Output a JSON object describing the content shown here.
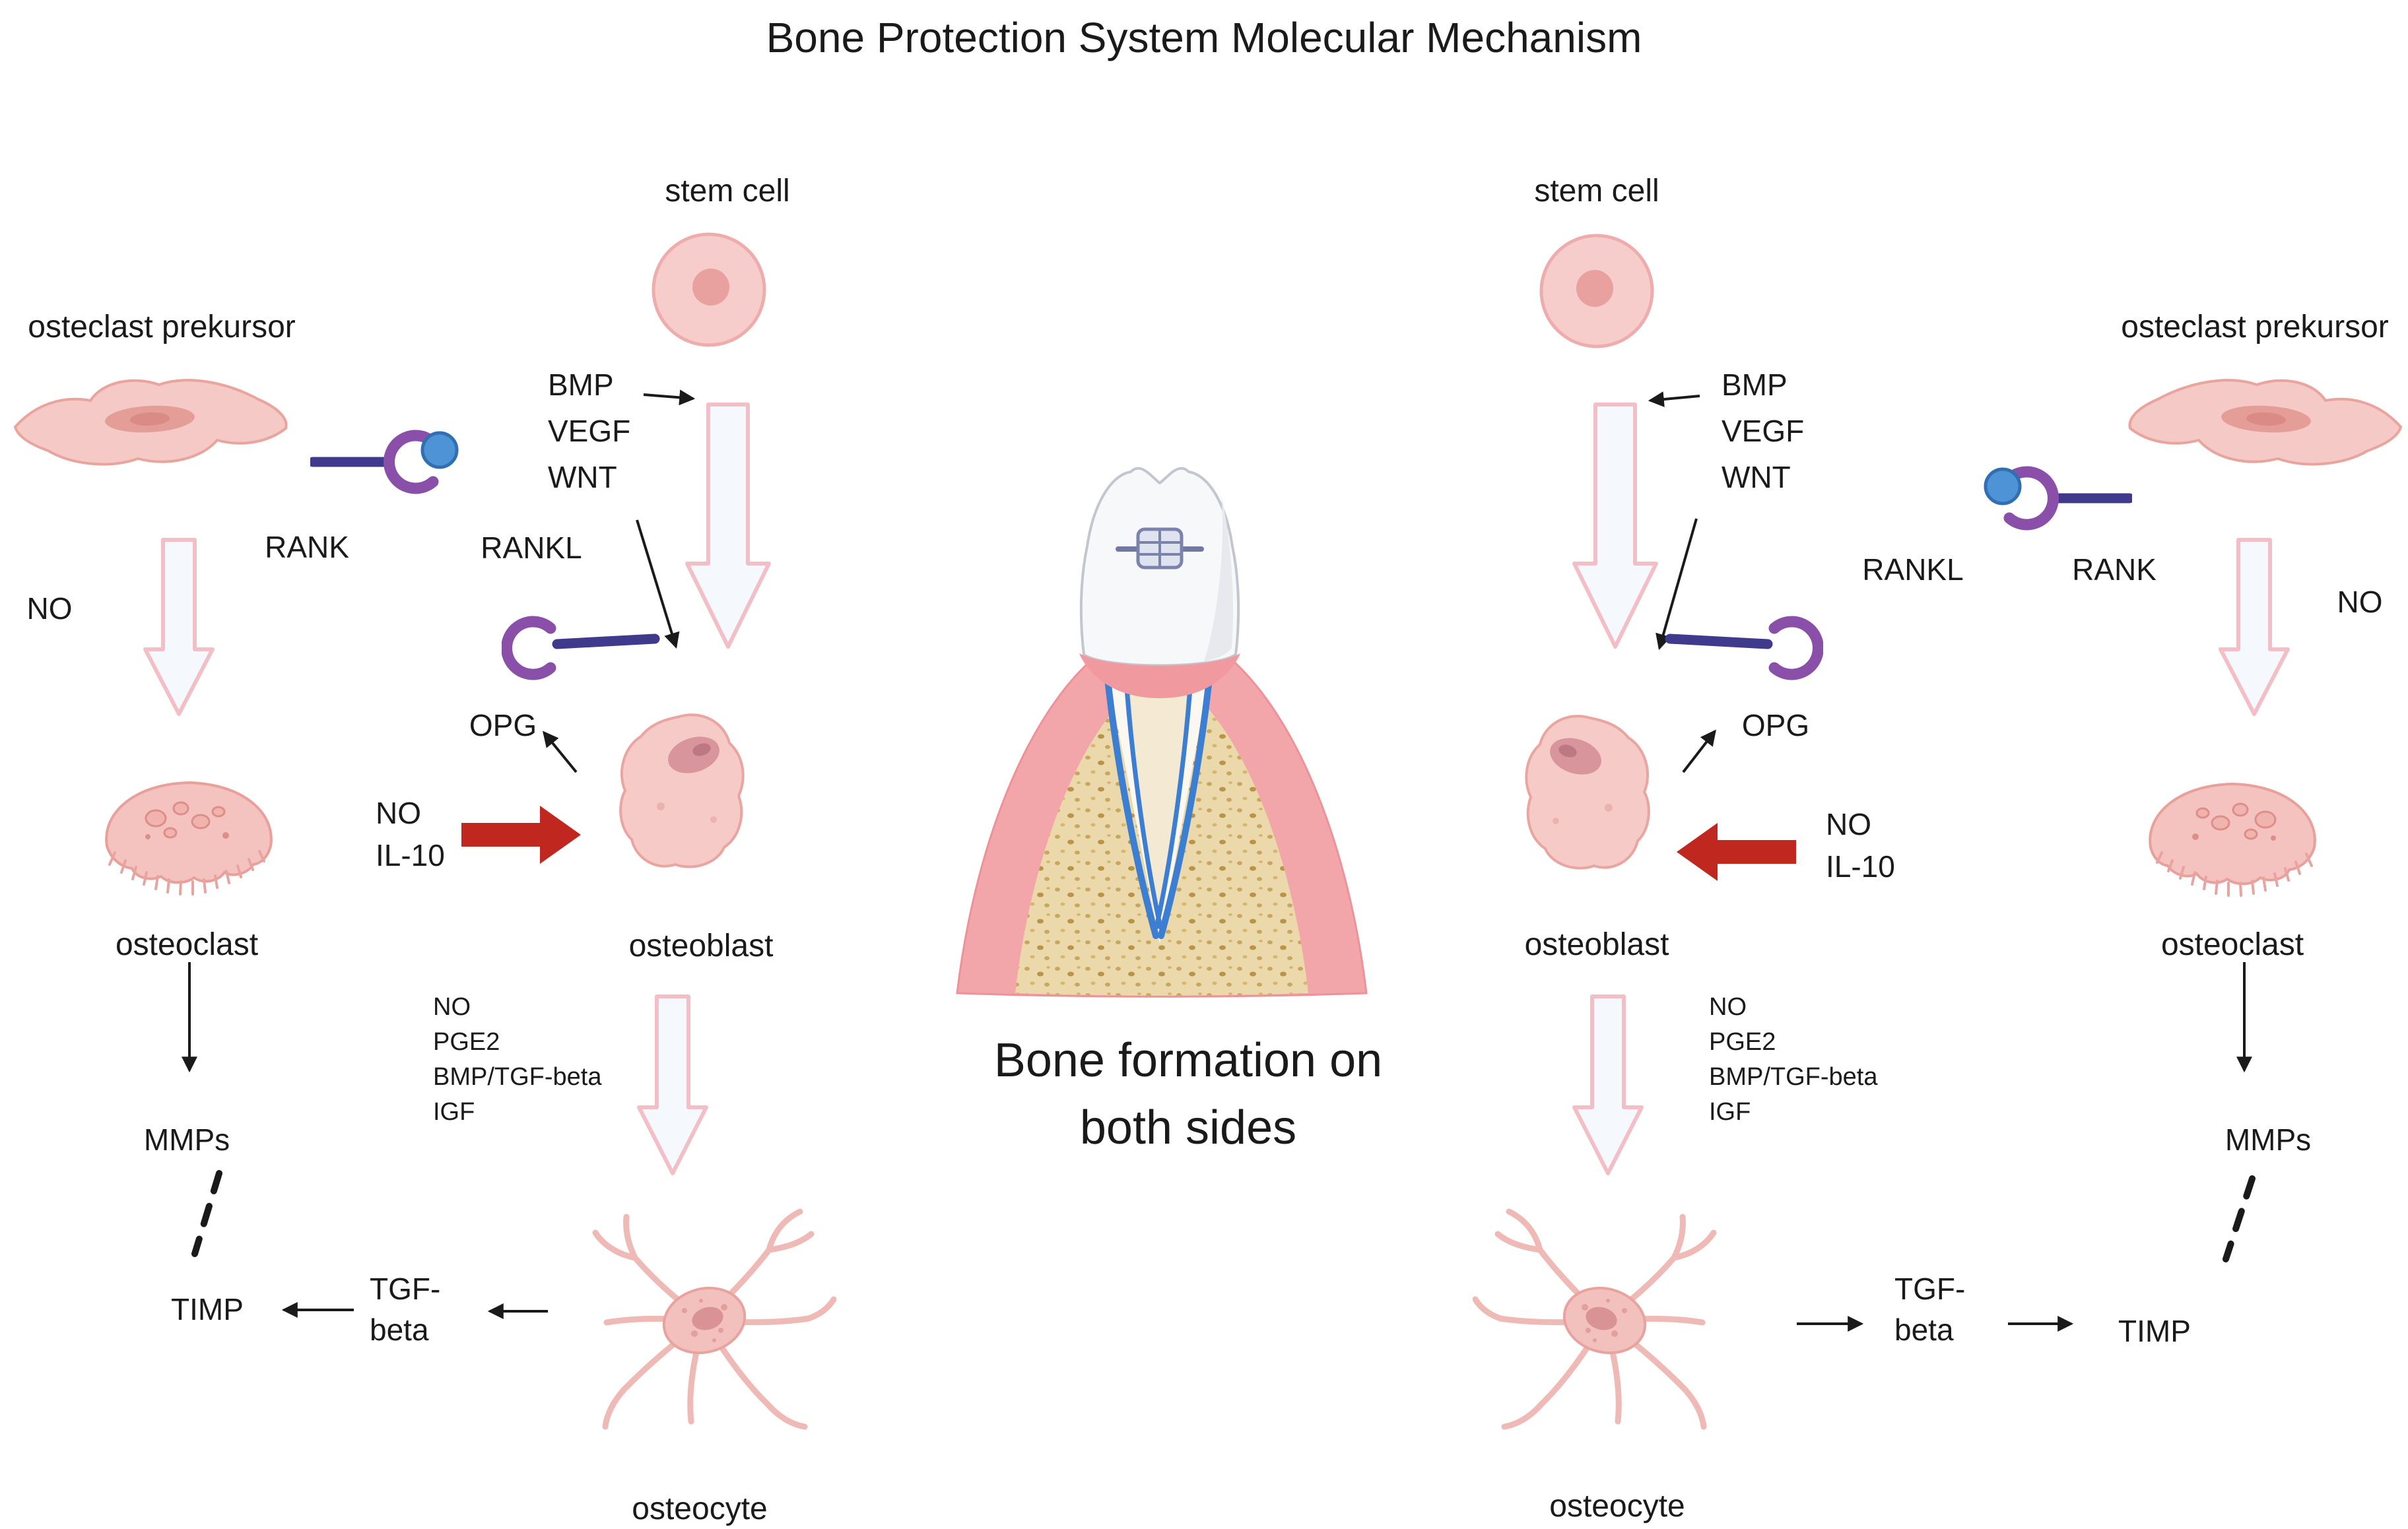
{
  "title": "Bone Protection System Molecular Mechanism",
  "center_caption": {
    "line1": "Bone formation on",
    "line2": "both sides"
  },
  "labels": {
    "stem_cell": "stem cell",
    "osteoclast_precursor": "osteclast prekursor",
    "rank": "RANK",
    "rankl": "RANKL",
    "no": "NO",
    "opg": "OPG",
    "osteoclast": "osteoclast",
    "osteoblast": "osteoblast",
    "osteocyte": "osteocyte",
    "mmps": "MMPs",
    "timp": "TIMP",
    "tgf_line1": "TGF-",
    "tgf_line2": "beta",
    "bmp_vegf_wnt": [
      "BMP",
      "VEGF",
      "WNT"
    ],
    "no_il10": [
      "NO",
      "IL-10"
    ],
    "mediators": [
      "NO",
      "PGE2",
      "BMP/TGF-beta",
      "IGF"
    ]
  },
  "colors": {
    "text": "#1a1a1a",
    "cell_fill": "#f6cac8",
    "cell_stroke": "#eaa7a2",
    "nucleus_pink": "#e59d97",
    "receptor_purple": "#8a4fa8",
    "ligand_indigo": "#403a8c",
    "ligand_blue": "#4e93d6",
    "outline_arrow_fill": "#f5f8fd",
    "outline_arrow_stroke": "#f2bfc7",
    "red_arrow": "#c0281f",
    "gum_pink": "#f3a6aa",
    "bone_tan": "#ecd9ab",
    "ligament_blue": "#3b7ed2"
  }
}
